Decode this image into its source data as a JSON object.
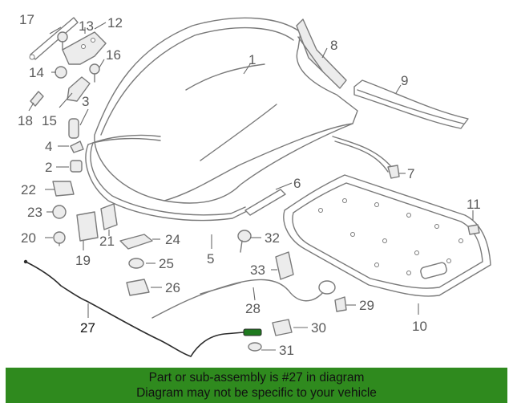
{
  "callouts": {
    "p1": "1",
    "p2": "2",
    "p3": "3",
    "p4": "4",
    "p5": "5",
    "p6": "6",
    "p7": "7",
    "p8": "8",
    "p9": "9",
    "p10": "10",
    "p11": "11",
    "p12": "12",
    "p13": "13",
    "p14": "14",
    "p15": "15",
    "p16": "16",
    "p17": "17",
    "p18": "18",
    "p19": "19",
    "p20": "20",
    "p21": "21",
    "p22": "22",
    "p23": "23",
    "p24": "24",
    "p25": "25",
    "p26": "26",
    "p27": "27",
    "p28": "28",
    "p29": "29",
    "p30": "30",
    "p31": "31",
    "p32": "32",
    "p33": "33"
  },
  "highlighted_part": "27",
  "colors": {
    "banner": "#2f8a1e",
    "highlight": "#2c2c2c",
    "line_art": "#7a7a7a",
    "connector_green": "#1f7a1f"
  },
  "banner": {
    "line1": "Part or sub-assembly is #27 in diagram",
    "line2": "Diagram may not be specific to your vehicle"
  }
}
